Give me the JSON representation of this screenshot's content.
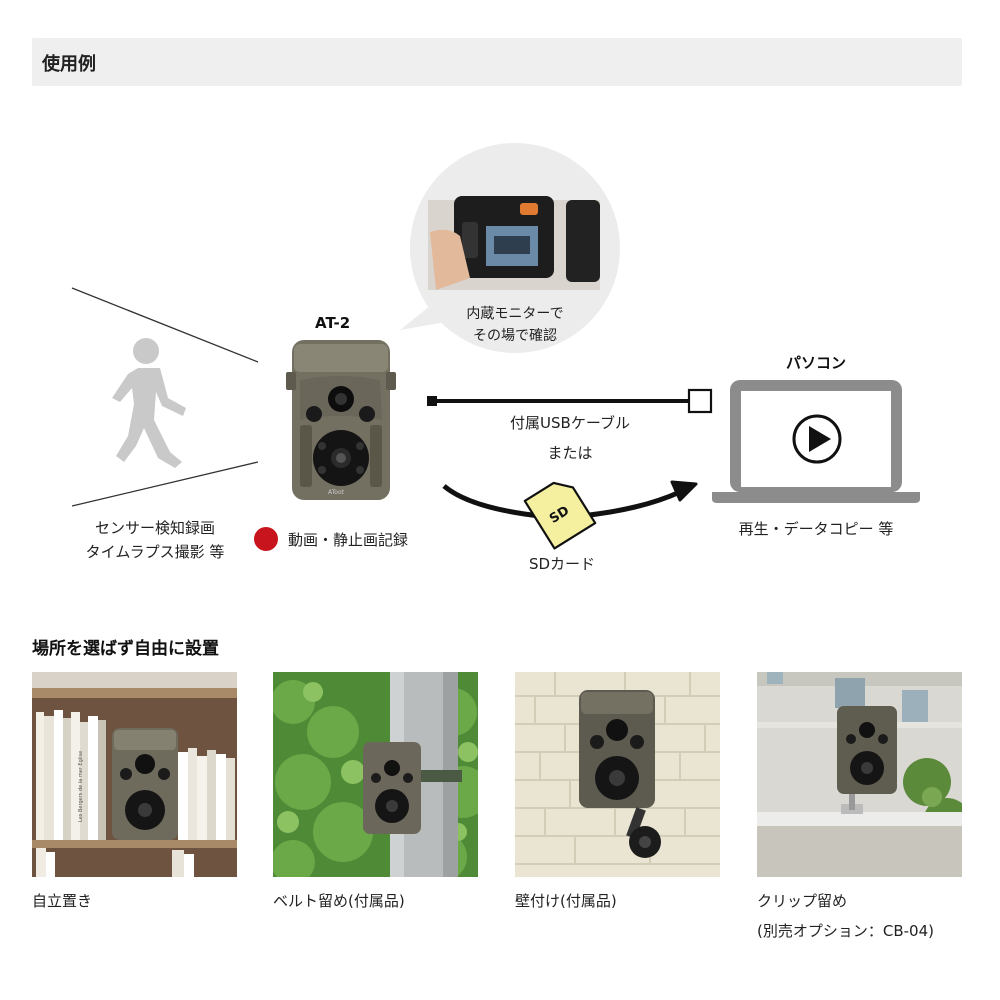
{
  "header": {
    "title": "使用例"
  },
  "diagram": {
    "camera_label": "AT-2",
    "bubble_text_line1": "内蔵モニターで",
    "bubble_text_line2": "その場で確認",
    "sensor_line1": "センサー検知録画",
    "sensor_line2": "タイムラプス撮影 等",
    "record_label": "動画・静止画記録",
    "cable_label": "付属USBケーブル",
    "or_label": "または",
    "sd_label": "SDカード",
    "sd_chip_text": "SD",
    "pc_label": "パソコン",
    "pc_caption": "再生・データコピー 等",
    "camera_brand": "AToot",
    "colors": {
      "record_dot": "#c8141c",
      "sd_card": "#f4f0a0",
      "laptop": "#8c8c8c"
    }
  },
  "placement": {
    "title": "場所を選ばず自由に設置",
    "items": [
      {
        "caption": "自立置き"
      },
      {
        "caption": "ベルト留め(付属品)"
      },
      {
        "caption": "壁付け(付属品)"
      },
      {
        "caption": "クリップ留め",
        "caption2": "(別売オプション：CB-04)"
      }
    ],
    "book_spine_text": "Les Bergers de la mer Eglise"
  }
}
